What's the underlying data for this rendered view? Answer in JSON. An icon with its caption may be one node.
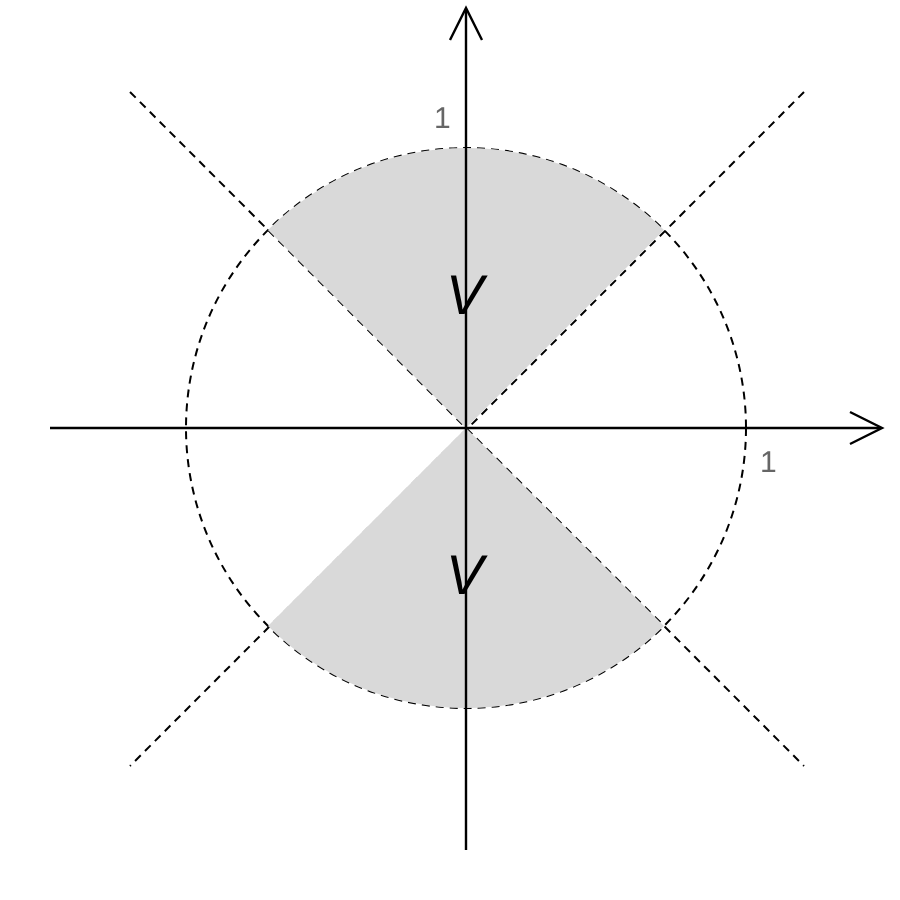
{
  "diagram": {
    "nodes": [
      {
        "text": [
          "V"
        ]
      },
      {
        "text": [
          "V"
        ]
      }
    ],
    "labels": [
      "1",
      "1"
    ]
  }
}
